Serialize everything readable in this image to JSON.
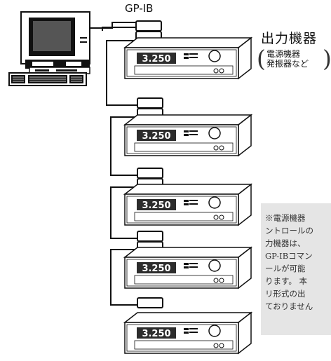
{
  "bus_label": "GP-IB",
  "output_devices": {
    "title": "出力機器",
    "examples": [
      "電源機器",
      "発振器など"
    ]
  },
  "instruments": [
    {
      "display": "3.250"
    },
    {
      "display": "3.250"
    },
    {
      "display": "3.250"
    },
    {
      "display": "3.250"
    },
    {
      "display": "3.250"
    }
  ],
  "note_lines": [
    "※電源機器",
    "ントロールの",
    "力機器は、",
    "GP-IBコマン",
    "ールが可能",
    "ります。 本",
    "リ形式の出",
    "ておりません"
  ],
  "colors": {
    "line": "#111111",
    "device_body": "#ffffff",
    "display_bg": "#2c2c2c",
    "note_bg": "#e5e5e5"
  }
}
